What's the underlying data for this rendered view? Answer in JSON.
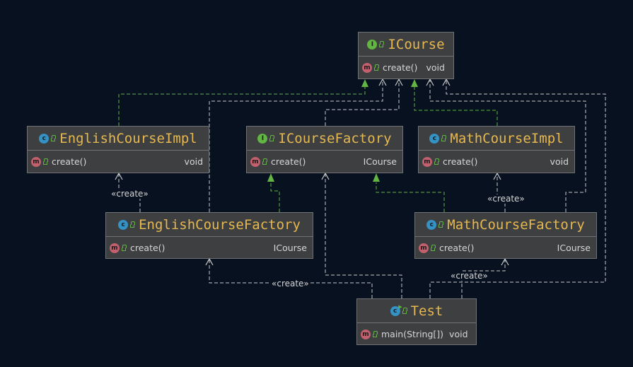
{
  "nodes": {
    "icourse": {
      "name": "ICourse",
      "kind": "interface",
      "method": "create()",
      "ret": "void"
    },
    "english_course_impl": {
      "name": "EnglishCourseImpl",
      "kind": "class",
      "method": "create()",
      "ret": "void"
    },
    "icourse_factory": {
      "name": "ICourseFactory",
      "kind": "interface",
      "method": "create()",
      "ret": "ICourse"
    },
    "math_course_impl": {
      "name": "MathCourseImpl",
      "kind": "class",
      "method": "create()",
      "ret": "void"
    },
    "english_course_factory": {
      "name": "EnglishCourseFactory",
      "kind": "class",
      "method": "create()",
      "ret": "ICourse"
    },
    "math_course_factory": {
      "name": "MathCourseFactory",
      "kind": "class",
      "method": "create()",
      "ret": "ICourse"
    },
    "test": {
      "name": "Test",
      "kind": "class",
      "method": "main(String[])",
      "ret": "void"
    }
  },
  "badges": {
    "class": "c",
    "interface": "I",
    "method": "m"
  },
  "labels": {
    "create_english_impl": "«create»",
    "create_math_impl": "«create»",
    "create_english_factory": "«create»",
    "create_math_factory": "«create»"
  },
  "colors": {
    "background": "#07111f",
    "node_fill": "#3d3f41",
    "class_name": "#e6b84f",
    "realization_line": "#62b543",
    "dependency_line": "#c8c8c8"
  }
}
